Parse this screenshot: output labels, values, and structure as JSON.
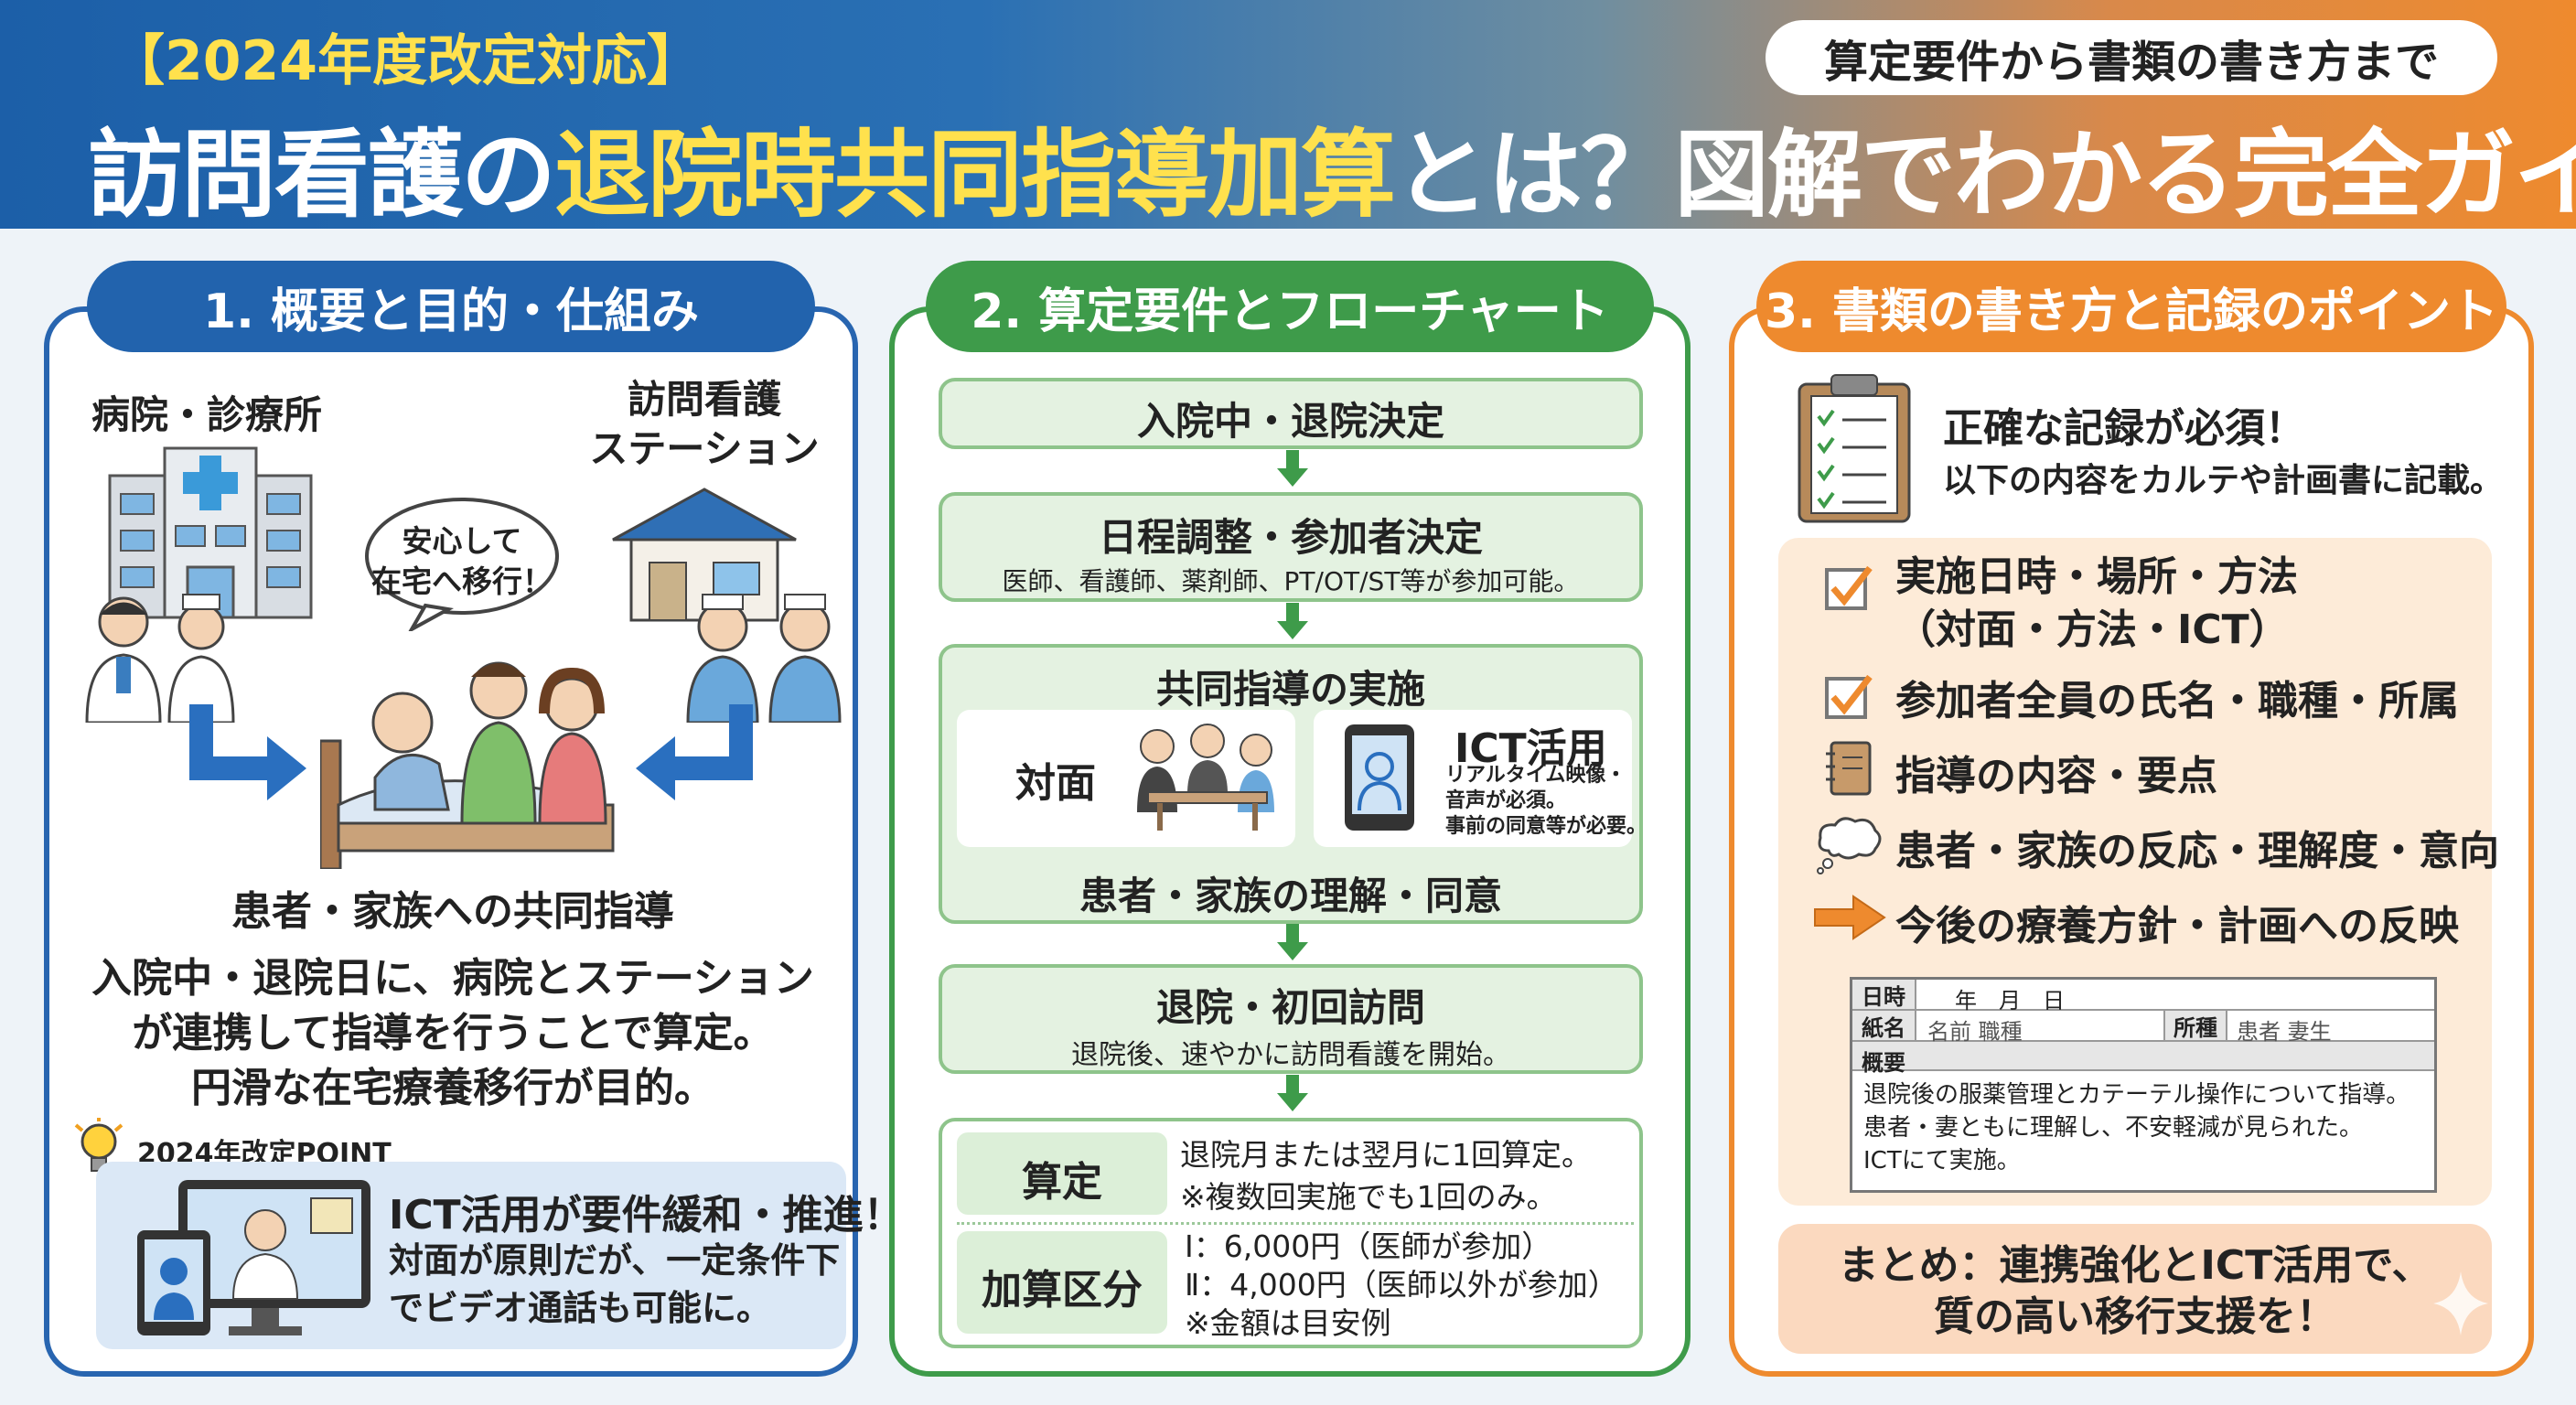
{
  "header": {
    "tag": "【2024年度改定対応】",
    "pill": "算定要件から書類の書き方まで",
    "title_pre": "訪問看護の",
    "title_highlight": "退院時共同指導加算",
    "title_post": "とは？図解でわかる完全ガイド"
  },
  "section1": {
    "title": "1. 概要と目的・仕組み",
    "hospital_label": "病院・診療所",
    "station_label_line1": "訪問看護",
    "station_label_line2": "ステーション",
    "speech_line1": "安心して",
    "speech_line2": "在宅へ移行！",
    "joint_label": "患者・家族への共同指導",
    "desc_line1": "入院中・退院日に、病院とステーション",
    "desc_line2": "が連携して指導を行うことで算定。",
    "desc_line3": "円滑な在宅療養移行が目的。",
    "point_label": "2024年改定POINT",
    "point_title": "ICT活用が要件緩和・推進！",
    "point_line1": "対面が原則だが、一定条件下",
    "point_line2": "でビデオ通話も可能に。"
  },
  "section2": {
    "title": "2. 算定要件とフローチャート",
    "step1": "入院中・退院決定",
    "step2_title": "日程調整・参加者決定",
    "step2_sub": "医師、看護師、薬剤師、PT/OT/ST等が参加可能。",
    "step3_title": "共同指導の実施",
    "face_label": "対面",
    "ict_title": "ICT活用",
    "ict_line1": "リアルタイム映像・",
    "ict_line2": "音声が必須。",
    "ict_line3": "事前の同意等が必要。",
    "step3_bottom": "患者・家族の理解・同意",
    "step4_title": "退院・初回訪問",
    "step4_sub": "退院後、速やかに訪問看護を開始。",
    "calc_label": "算定",
    "calc_line1": "退院月または翌月に1回算定。",
    "calc_line2": "※複数回実施でも1回のみ。",
    "fee_label": "加算区分",
    "fee_line1": "Ⅰ：6,000円（医師が参加）",
    "fee_line2": "Ⅱ：4,000円（医師以外が参加）",
    "fee_line3": "※金額は目安例"
  },
  "section3": {
    "title": "3. 書類の書き方と記録のポイント",
    "intro_line1": "正確な記録が必須！",
    "intro_line2": "以下の内容をカルテや計画書に記載。",
    "items": [
      {
        "line1": "実施日時・場所・方法",
        "line2": "（対面・方法・ICT）"
      },
      {
        "line1": "参加者全員の氏名・職種・所属"
      },
      {
        "line1": "指導の内容・要点"
      },
      {
        "line1": "患者・家族の反応・理解度・意向"
      },
      {
        "line1": "今後の療養方針・計画への反映"
      }
    ],
    "form": {
      "date_label": "日時",
      "date_value": "年　月　日",
      "name_label": "紙名",
      "name_value": "名前 職種",
      "role_label": "所種",
      "role_value": "患者 妻生",
      "summary_label": "概要",
      "summary_line1": "退院後の服薬管理とカテーテル操作について指導。",
      "summary_line2": "患者・妻ともに理解し、不安軽減が見られた。",
      "summary_line3": "ICTにて実施。"
    },
    "summary_line1": "まとめ：連携強化とICT活用で、",
    "summary_line2": "質の高い移行支援を！"
  },
  "colors": {
    "blue": "#2263ad",
    "green": "#3e9b4a",
    "orange": "#ee8a2e",
    "yellow": "#ffe14d"
  }
}
